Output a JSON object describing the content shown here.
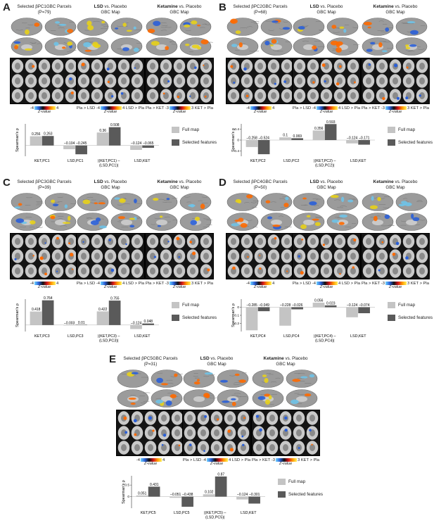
{
  "colors": {
    "full_map": "#c4c4c4",
    "selected_features": "#5a5a5a",
    "brain": "#9b9b9b",
    "hot": "#ff6a00",
    "cold": "#2a5fd8"
  },
  "common": {
    "lsd_title_bold": "LSD",
    "lsd_title_rest": " vs. Placebo",
    "ket_title_bold": "Ketamine",
    "ket_title_rest": " vs. Placebo",
    "gbc_map": "GBC Map",
    "zvalue": "Z-value",
    "cbar1_left": "-4",
    "cbar1_right": "4",
    "cbar2_left": "Pla > LSD -4",
    "cbar2_right": "4 LSD > Pla",
    "cbar3_left": "Pla > KET -3",
    "cbar3_right": "3 KET > Pla",
    "ylabel": "Spearman's ρ",
    "legend_full": "Full map",
    "legend_selected": "Selected features"
  },
  "panels": [
    {
      "label": "A",
      "sel_title": "Selected βPC1GBC Parcels",
      "p": "(P=79)"
    },
    {
      "label": "B",
      "sel_title": "Selected βPC2GBC Parcels",
      "p": "(P=68)"
    },
    {
      "label": "C",
      "sel_title": "Selected βPC3GBC Parcels",
      "p": "(P=39)"
    },
    {
      "label": "D",
      "sel_title": "Selected βPC4GBC Parcels",
      "p": "(P=50)"
    },
    {
      "label": "E",
      "sel_title": "Selected βPC5GBC Parcels",
      "p": "(P=31)"
    }
  ],
  "chart_data": [
    {
      "type": "bar",
      "panel": "A",
      "categories": [
        "KET,PC1",
        "LSD,PC1",
        "|(KET,PC1) – (LSD,PC1)|",
        "LSD,KET"
      ],
      "series": [
        {
          "name": "Full map",
          "values": [
            0.256,
            -0.104,
            0.36,
            -0.124
          ]
        },
        {
          "name": "Selected features",
          "values": [
            0.263,
            -0.245,
            0.508,
            -0.065
          ]
        }
      ],
      "value_labels": [
        [
          "0.256",
          "–0.104",
          "0.36",
          "–0.124"
        ],
        [
          "0.263",
          "–0.245",
          "0.508",
          "–0.065"
        ]
      ],
      "ylabel": "Spearman's ρ",
      "ylim": [
        -0.3,
        0.6
      ],
      "grid": false,
      "legend": "right"
    },
    {
      "type": "bar",
      "panel": "B",
      "categories": [
        "KET,PC2",
        "LSD,PC2",
        "|(KET,PC2) – (LSD,PC2)|",
        "LSD,KET"
      ],
      "series": [
        {
          "name": "Full map",
          "values": [
            -0.258,
            0.1,
            0.356,
            -0.124
          ]
        },
        {
          "name": "Selected features",
          "values": [
            -0.524,
            0.069,
            0.593,
            -0.171
          ]
        }
      ],
      "value_labels": [
        [
          "–0.258",
          "0.1",
          "0.356",
          "–0.124"
        ],
        [
          "–0.524",
          "0.069",
          "0.593",
          "–0.171"
        ]
      ],
      "ylabel": "Spearman's ρ",
      "yticks": [
        "-0.4",
        "0",
        "0.4"
      ],
      "ylim": [
        -0.6,
        0.6
      ],
      "grid": false,
      "legend": "right"
    },
    {
      "type": "bar",
      "panel": "C",
      "categories": [
        "KET,PC3",
        "LSD,PC3",
        "|(KET,PC3) – (LSD,PC3)|",
        "LSD,KET"
      ],
      "series": [
        {
          "name": "Full map",
          "values": [
            0.418,
            -0.003,
            0.422,
            -0.124
          ]
        },
        {
          "name": "Selected features",
          "values": [
            0.764,
            0.01,
            0.755,
            0.048
          ]
        }
      ],
      "value_labels": [
        [
          "0.418",
          "–0.003",
          "0.422",
          "–0.124"
        ],
        [
          "0.764",
          "0.01",
          "0.755",
          "0.048"
        ]
      ],
      "ylabel": "Spearman's ρ",
      "ylim": [
        -0.2,
        0.8
      ],
      "grid": false,
      "legend": "right"
    },
    {
      "type": "bar",
      "panel": "D",
      "categories": [
        "KET,PC4",
        "LSD,PC4",
        "|(KET,PC4) – (LSD,PC4)|",
        "LSD,KET"
      ],
      "series": [
        {
          "name": "Full map",
          "values": [
            -0.285,
            -0.228,
            0.056,
            -0.124
          ]
        },
        {
          "name": "Selected features",
          "values": [
            -0.049,
            -0.026,
            0.023,
            -0.074
          ]
        }
      ],
      "value_labels": [
        [
          "–0.285",
          "–0.228",
          "0.056",
          "–0.124"
        ],
        [
          "–0.049",
          "–0.026",
          "0.023",
          "–0.074"
        ]
      ],
      "ylabel": "Spearman's ρ",
      "yticks": [
        "-0.2",
        "-0.1",
        "0"
      ],
      "ylim": [
        -0.3,
        0.1
      ],
      "grid": false,
      "legend": "right"
    },
    {
      "type": "bar",
      "panel": "E",
      "categories": [
        "KET,PC5",
        "LSD,PC5",
        "|(KET,PC5) – (LSD,PC5)|",
        "LSD,KET"
      ],
      "series": [
        {
          "name": "Full map",
          "values": [
            0.051,
            -0.051,
            0.102,
            -0.124
          ]
        },
        {
          "name": "Selected features",
          "values": [
            0.431,
            -0.438,
            0.87,
            -0.301
          ]
        }
      ],
      "value_labels": [
        [
          "0.051",
          "–0.051",
          "0.102",
          "–0.124"
        ],
        [
          "0.431",
          "–0.438",
          "0.87",
          "–0.301"
        ]
      ],
      "ylabel": "Spearman's ρ",
      "yticks": [
        "0",
        "0.5"
      ],
      "ylim": [
        -0.5,
        0.9
      ],
      "grid": false,
      "legend": "right"
    }
  ]
}
